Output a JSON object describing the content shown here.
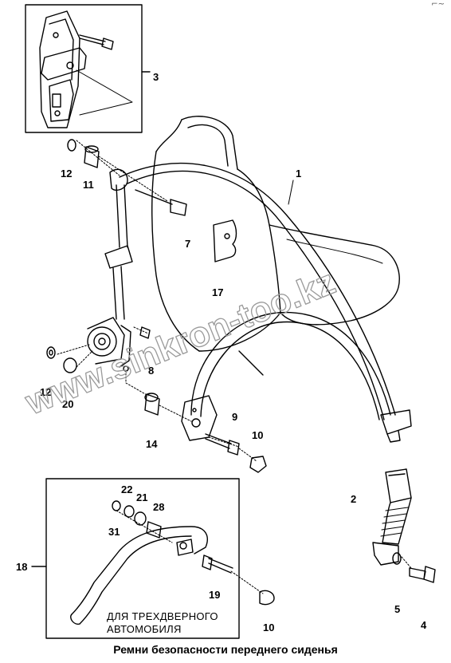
{
  "caption": "Ремни безопасности переднего сиденья",
  "watermark": "www.sinkron-too.kz",
  "corner_mark": "⌐~",
  "inset_note": [
    "ДЛЯ ТРЕХДВЕРНОГО",
    "АВТОМОБИЛЯ"
  ],
  "callouts": {
    "c1": "1",
    "c2": "2",
    "c3": "3",
    "c4": "4",
    "c5": "5",
    "c7": "7",
    "c8": "8",
    "c9": "9",
    "c10a": "10",
    "c10b": "10",
    "c11": "11",
    "c12a": "12",
    "c12b": "12",
    "c14": "14",
    "c17": "17",
    "c18": "18",
    "c19": "19",
    "c20": "20",
    "c21": "21",
    "c22": "22",
    "c28": "28",
    "c31": "31"
  }
}
